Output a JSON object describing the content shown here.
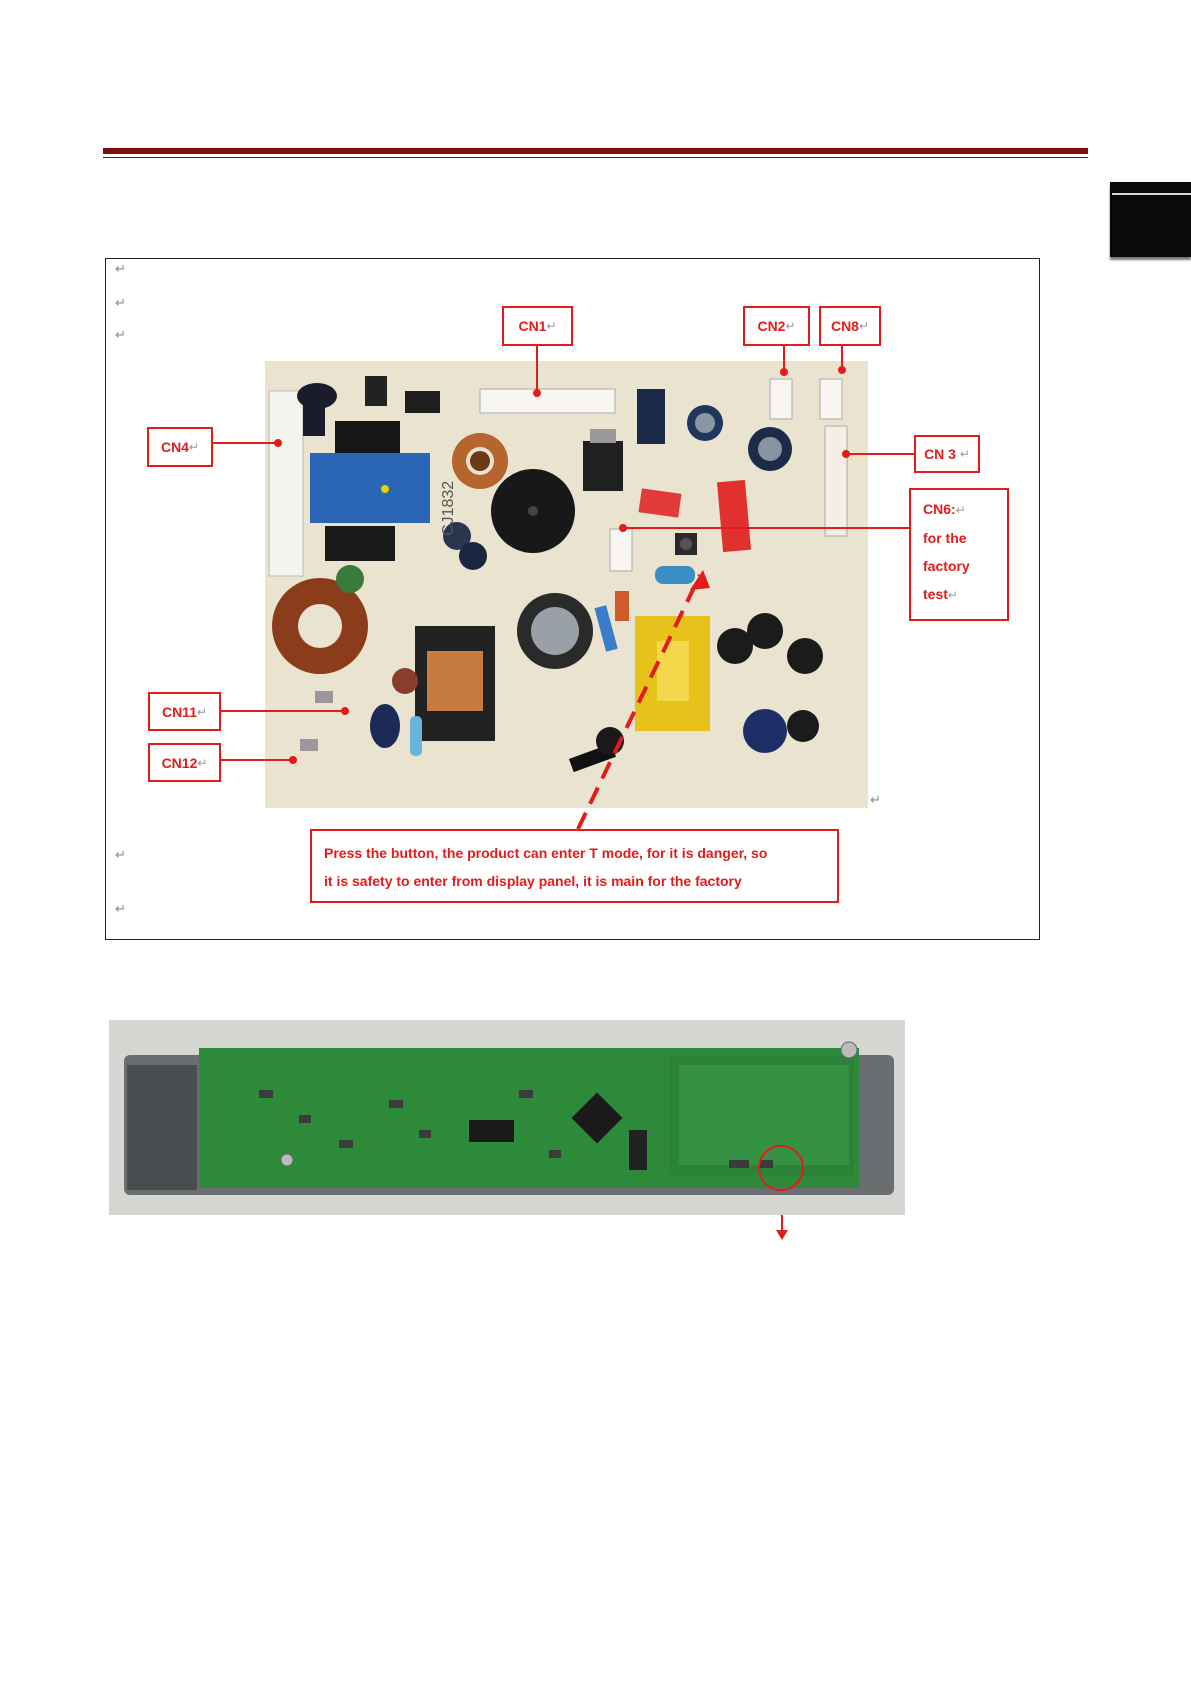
{
  "labels": {
    "cn1": "CN1",
    "cn2": "CN2",
    "cn8": "CN8",
    "cn3": "CN 3",
    "cn4": "CN4",
    "cn11": "CN11",
    "cn12": "CN12",
    "cn6_lines": [
      "CN6:",
      "for the",
      "factory",
      "test"
    ]
  },
  "note_lines": [
    "Press the button, the product can  enter T mode, for it is danger, so",
    "it is safety to enter from display  panel,  it is main for the factory"
  ],
  "return_mark": "↵",
  "colors": {
    "accent_red": "#e41b1b",
    "header_rule": "#7a0f0f",
    "pcb_green": "#2e8a3b",
    "board_cream": "#e8e2cf"
  }
}
